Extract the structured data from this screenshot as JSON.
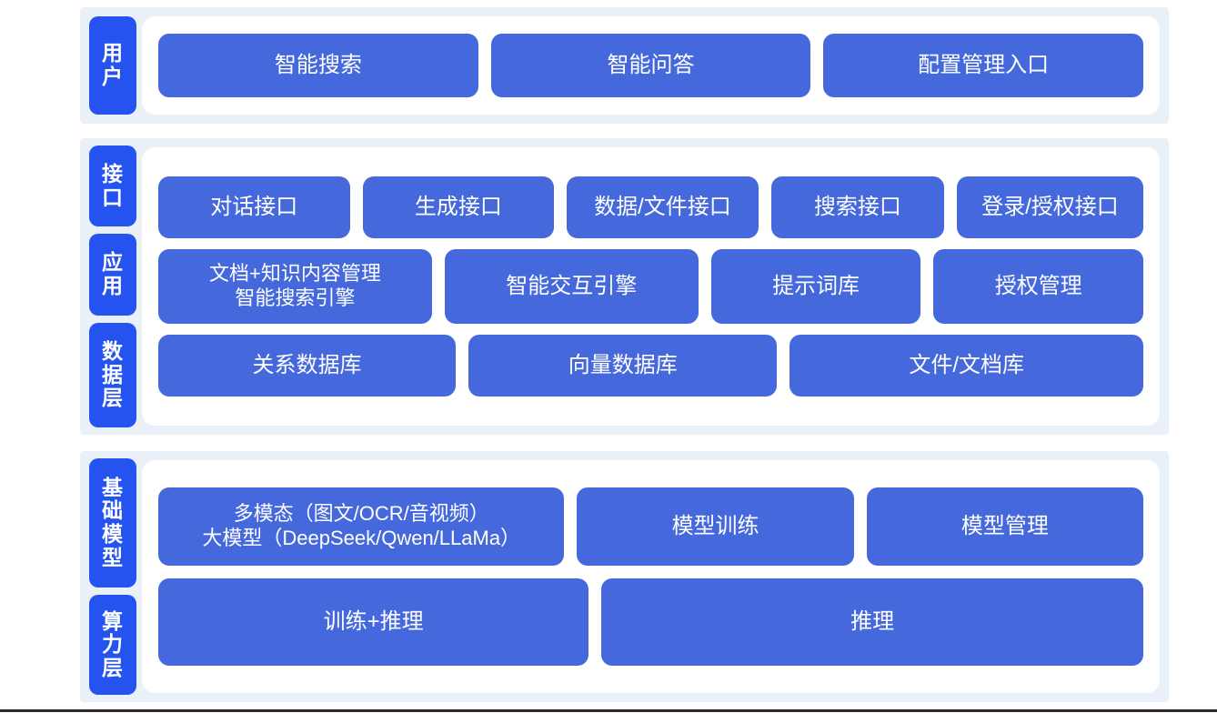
{
  "theme": {
    "page_bg": "#ffffff",
    "panel_bg": "#eaf0f8",
    "card_bg": "#ffffff",
    "tab_blue": "#2553f0",
    "box_blue": "#4569dd",
    "box_text": "#ffffff",
    "rule_color": "#2b2b2b"
  },
  "sections": [
    {
      "id": "users",
      "tabs": [
        {
          "label": "用户"
        }
      ],
      "rows": [
        {
          "id": "user-entries",
          "cells": [
            {
              "label": "智能搜索"
            },
            {
              "label": "智能问答"
            },
            {
              "label": "配置管理入口"
            }
          ]
        }
      ]
    },
    {
      "id": "mid",
      "tabs": [
        {
          "label": "接口"
        },
        {
          "label": "应用"
        },
        {
          "label": "数据层"
        }
      ],
      "rows": [
        {
          "id": "interface-row",
          "cells": [
            {
              "label": "对话接口"
            },
            {
              "label": "生成接口"
            },
            {
              "label": "数据/文件接口"
            },
            {
              "label": "搜索接口"
            },
            {
              "label": "登录/授权接口"
            }
          ]
        },
        {
          "id": "application-row",
          "cells": [
            {
              "label": "文档+知识内容管理\n智能搜索引擎"
            },
            {
              "label": "智能交互引擎"
            },
            {
              "label": "提示词库"
            },
            {
              "label": "授权管理"
            }
          ]
        },
        {
          "id": "data-row",
          "cells": [
            {
              "label": "关系数据库"
            },
            {
              "label": "向量数据库"
            },
            {
              "label": "文件/文档库"
            }
          ]
        }
      ]
    },
    {
      "id": "bottom",
      "tabs": [
        {
          "label": "基础模型"
        },
        {
          "label": "算力层"
        }
      ],
      "rows": [
        {
          "id": "foundation-model-row",
          "cells": [
            {
              "label": "多模态（图文/OCR/音视频）\n大模型（DeepSeek/Qwen/LLaMa）"
            },
            {
              "label": "模型训练"
            },
            {
              "label": "模型管理"
            }
          ]
        },
        {
          "id": "compute-row",
          "cells": [
            {
              "label": "训练+推理"
            },
            {
              "label": "推理"
            }
          ]
        }
      ]
    }
  ]
}
